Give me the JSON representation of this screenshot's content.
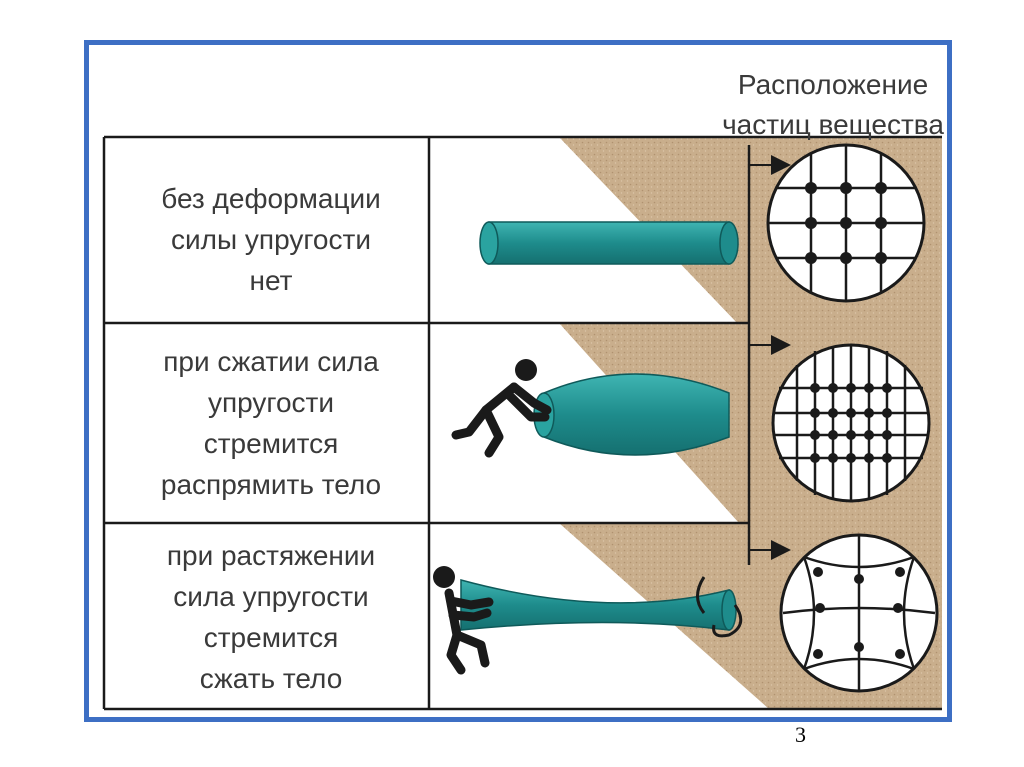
{
  "header": {
    "line1": "Расположение",
    "line2": "частиц вещества"
  },
  "rows": [
    {
      "line1": "без деформации",
      "line2": "силы упругости",
      "line3": "нет"
    },
    {
      "line1": "при сжатии сила",
      "line2": "упругости",
      "line3": "стремится",
      "line4": "распрямить тело"
    },
    {
      "line1": "при растяжении",
      "line2": "сила упругости",
      "line3": "стремится",
      "line4": "сжать тело"
    }
  ],
  "page_number": "3",
  "colors": {
    "frame": "#3d6fc4",
    "rod": "#1e8c8c",
    "rod_highlight": "#3fb5b2",
    "background_pattern": "#c9ae8c",
    "ink": "#1a1a1a"
  },
  "icons": [
    "person-pushing-icon",
    "person-pulling-icon",
    "particle-lattice-icon"
  ]
}
